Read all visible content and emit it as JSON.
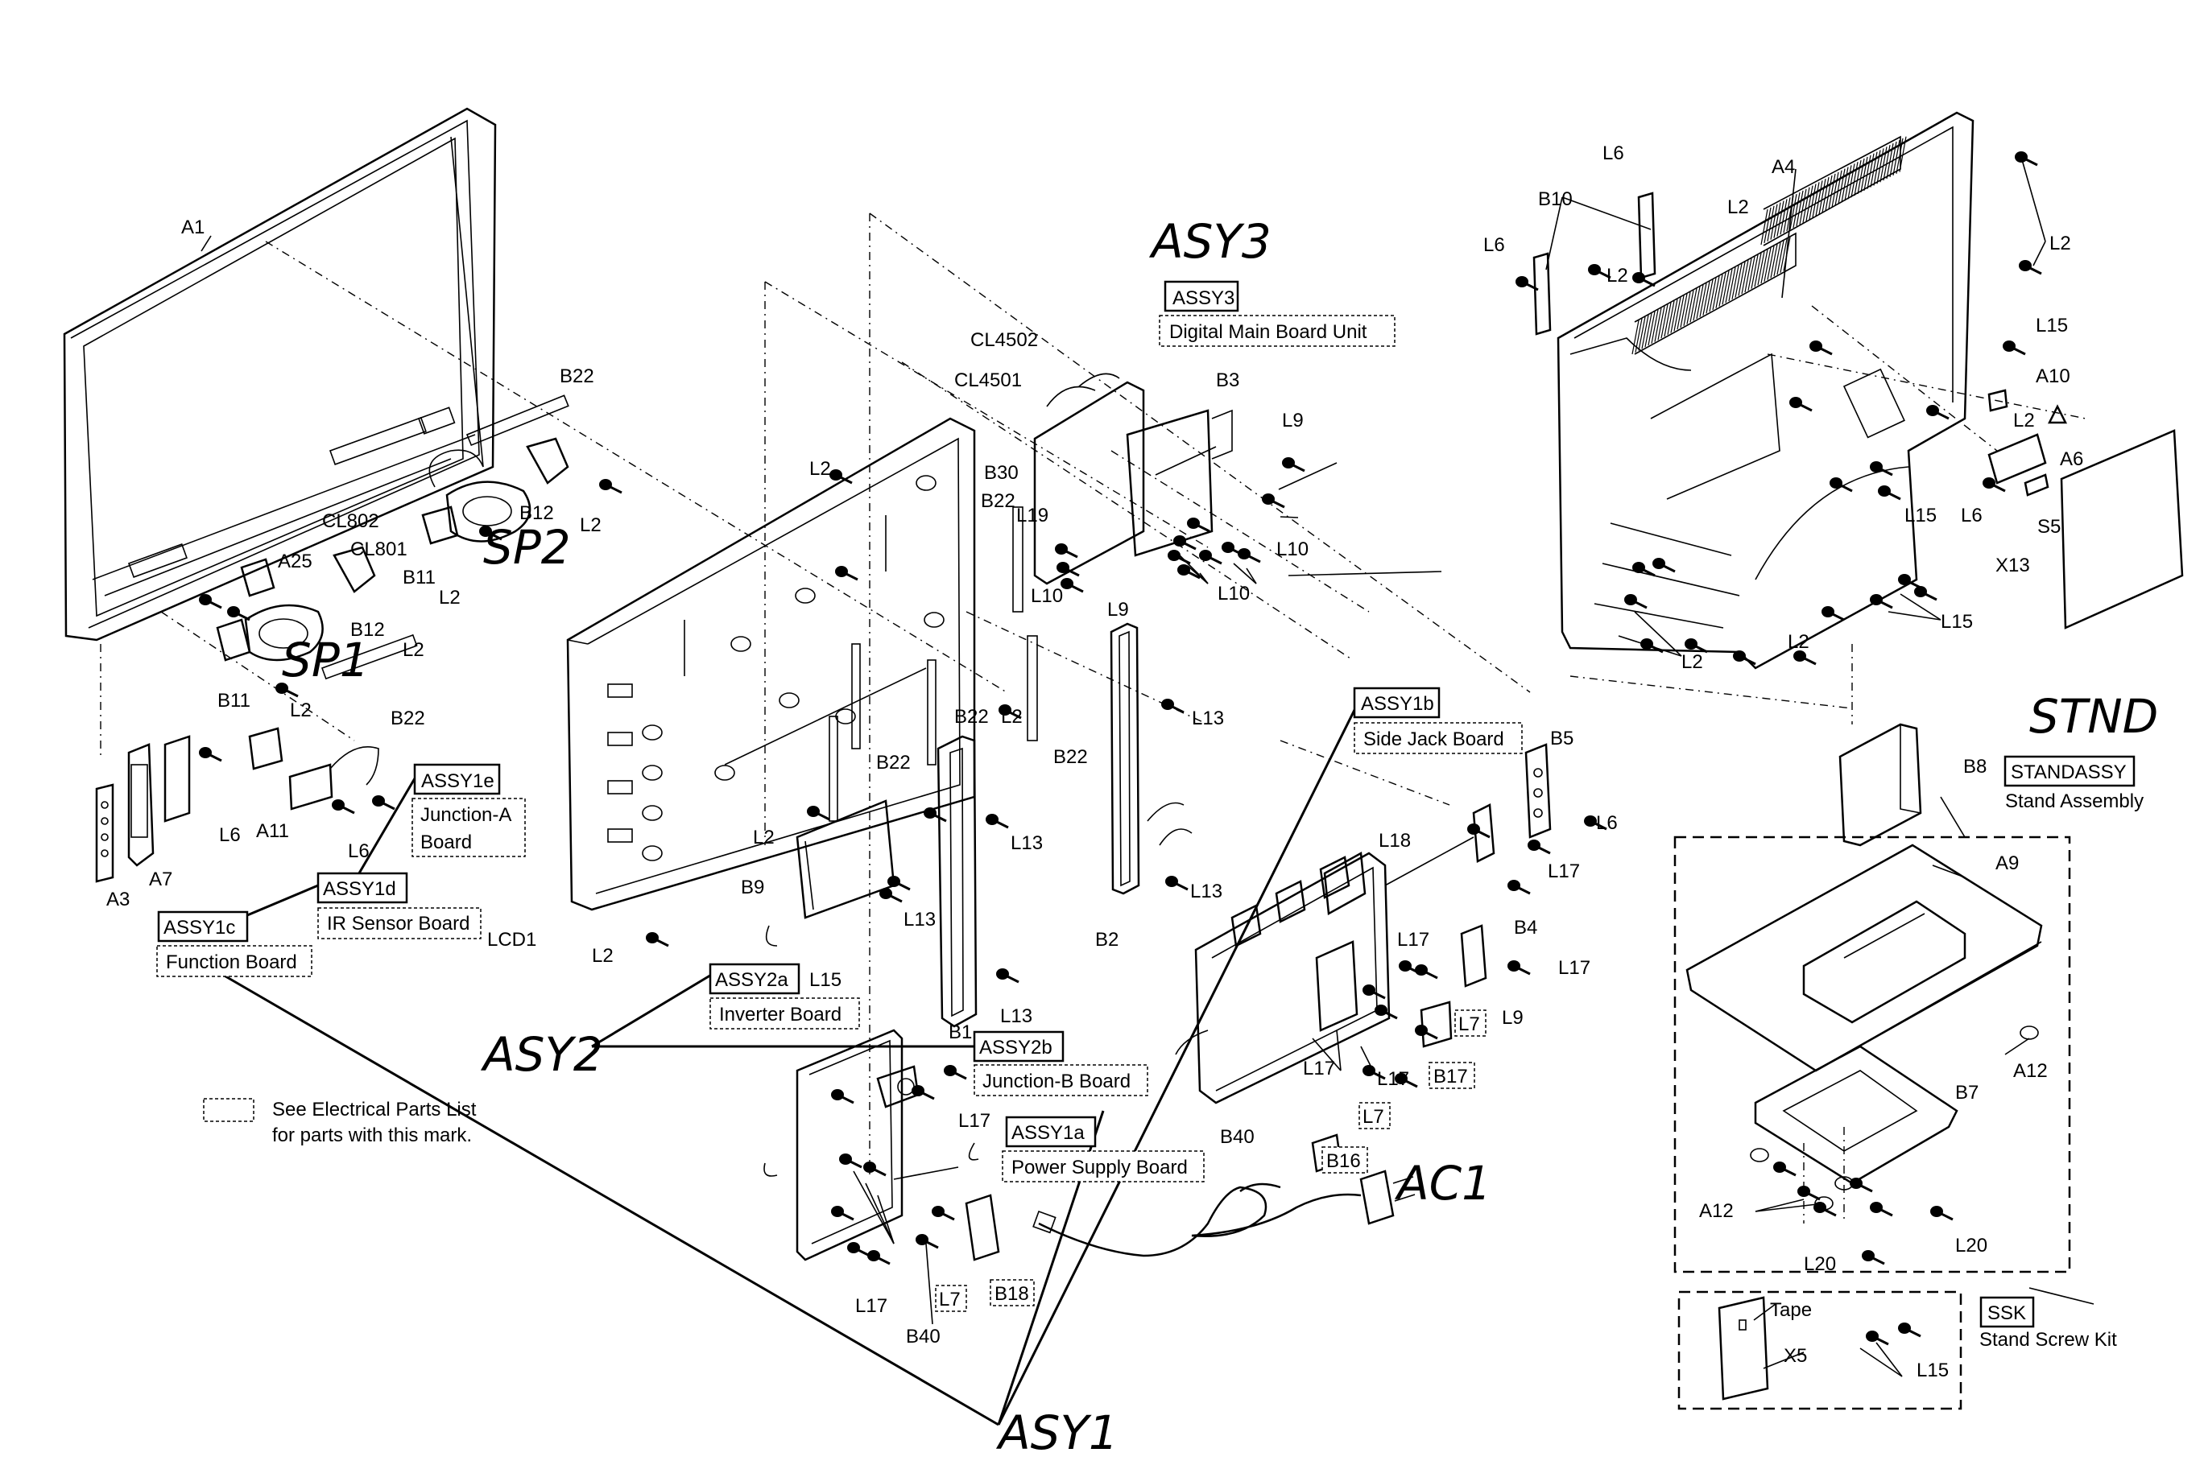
{
  "handwritten": {
    "asy3": "ASY3",
    "sp2": "SP2",
    "sp1": "SP1",
    "asy2": "ASY2",
    "asy1": "ASY1",
    "ac1": "AC1",
    "stnd": "STND"
  },
  "assemblies": {
    "assy3": {
      "code": "ASSY3",
      "name": "Digital Main Board Unit"
    },
    "assy1b": {
      "code": "ASSY1b",
      "name": "Side Jack Board"
    },
    "assy1e": {
      "code": "ASSY1e",
      "name_line1": "Junction-A",
      "name_line2": "Board"
    },
    "assy1d": {
      "code": "ASSY1d",
      "name": "IR Sensor Board"
    },
    "assy1c": {
      "code": "ASSY1c",
      "name": "Function Board"
    },
    "assy2a": {
      "code": "ASSY2a",
      "name": "Inverter Board"
    },
    "assy2b": {
      "code": "ASSY2b",
      "name": "Junction-B Board"
    },
    "assy1a": {
      "code": "ASSY1a",
      "name": "Power Supply Board"
    },
    "standassy": {
      "code": "STANDASSY",
      "name": "Stand Assembly"
    },
    "ssk": {
      "code": "SSK",
      "name": "Stand Screw Kit"
    }
  },
  "legend": {
    "line1": "See Electrical Parts List",
    "line2": "for parts with this mark."
  },
  "part_labels": {
    "A1": "A1",
    "A3": "A3",
    "A4": "A4",
    "A6": "A6",
    "A7": "A7",
    "A9": "A9",
    "A10": "A10",
    "A11": "A11",
    "A12": "A12",
    "A25": "A25",
    "B1": "B1",
    "B2": "B2",
    "B3": "B3",
    "B4": "B4",
    "B5": "B5",
    "B7": "B7",
    "B8": "B8",
    "B9": "B9",
    "B10": "B10",
    "B11": "B11",
    "B12": "B12",
    "B16": "B16",
    "B17": "B17",
    "B18": "B18",
    "B22": "B22",
    "B30": "B30",
    "B40": "B40",
    "CL801": "CL801",
    "CL802": "CL802",
    "CL4501": "CL4501",
    "CL4502": "CL4502",
    "L2": "L2",
    "L6": "L6",
    "L7": "L7",
    "L9": "L9",
    "L10": "L10",
    "L13": "L13",
    "L15": "L15",
    "L17": "L17",
    "L18": "L18",
    "L19": "L19",
    "L20": "L20",
    "LCD1": "LCD1",
    "S5": "S5",
    "X5": "X5",
    "X13": "X13",
    "Tape": "Tape"
  }
}
